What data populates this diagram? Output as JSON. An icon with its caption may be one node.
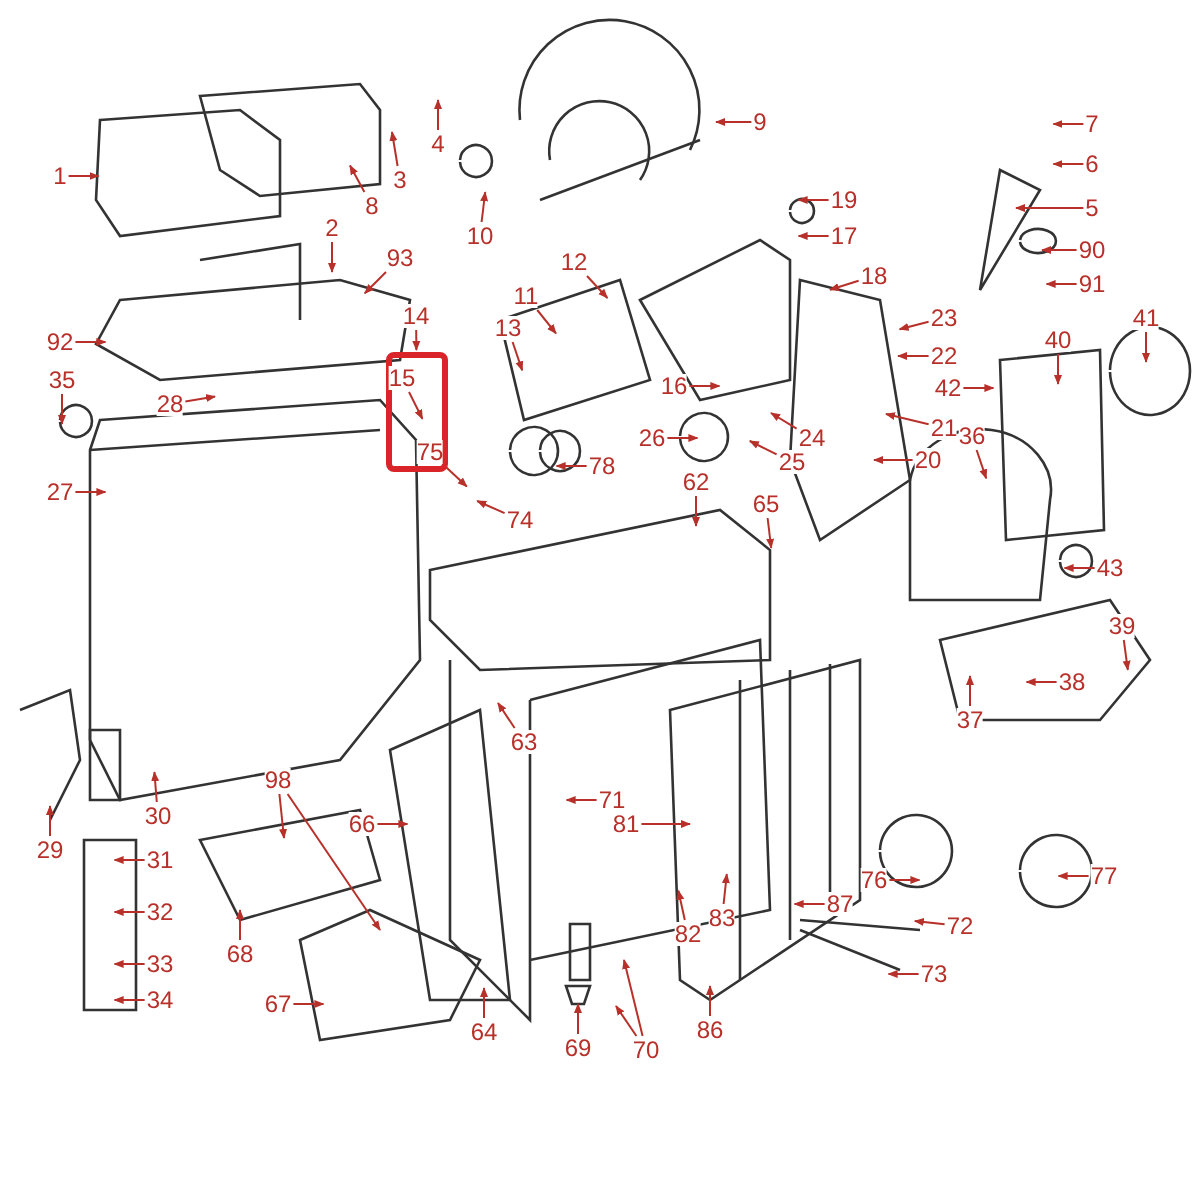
{
  "diagram": {
    "nodes": [
      {
        "text": [
          "1"
        ]
      },
      {
        "text": [
          "8"
        ]
      },
      {
        "text": [
          "3"
        ]
      },
      {
        "text": [
          "4"
        ]
      },
      {
        "text": [
          "10"
        ]
      },
      {
        "text": [
          "9"
        ]
      },
      {
        "text": [
          "7"
        ]
      },
      {
        "text": [
          "6"
        ]
      },
      {
        "text": [
          "5"
        ]
      },
      {
        "text": [
          "19"
        ]
      },
      {
        "text": [
          "17"
        ]
      },
      {
        "text": [
          "18"
        ]
      },
      {
        "text": [
          "90"
        ]
      },
      {
        "text": [
          "91"
        ]
      },
      {
        "text": [
          "2"
        ]
      },
      {
        "text": [
          "93"
        ]
      },
      {
        "text": [
          "12"
        ]
      },
      {
        "text": [
          "11"
        ]
      },
      {
        "text": [
          "23"
        ]
      },
      {
        "text": [
          "40"
        ]
      },
      {
        "text": [
          "41"
        ]
      },
      {
        "text": [
          "92"
        ]
      },
      {
        "text": [
          "14"
        ]
      },
      {
        "text": [
          "13"
        ]
      },
      {
        "text": [
          "22"
        ]
      },
      {
        "text": [
          "42"
        ]
      },
      {
        "text": [
          "35"
        ]
      },
      {
        "text": [],
        "shape": "box"
      },
      {
        "text": [
          "15"
        ],
        "in": 27
      },
      {
        "text": [
          "16"
        ]
      },
      {
        "text": [
          "28"
        ]
      },
      {
        "text": [
          "21"
        ]
      },
      {
        "text": [
          "36"
        ]
      },
      {
        "text": [
          "26"
        ]
      },
      {
        "text": [
          "24"
        ]
      },
      {
        "text": [
          "25"
        ]
      },
      {
        "text": [
          "20"
        ]
      },
      {
        "text": [
          "75"
        ],
        "in": 27
      },
      {
        "text": [
          "78"
        ]
      },
      {
        "text": [
          "27"
        ]
      },
      {
        "text": [
          "62"
        ]
      },
      {
        "text": [
          "65"
        ]
      },
      {
        "text": [
          "74"
        ]
      },
      {
        "text": [
          "43"
        ]
      },
      {
        "text": [
          "39"
        ]
      },
      {
        "text": [
          "38"
        ]
      },
      {
        "text": [
          "37"
        ]
      },
      {
        "text": [
          "63"
        ]
      },
      {
        "text": [
          "71"
        ]
      },
      {
        "text": [
          "30"
        ]
      },
      {
        "text": [
          "29"
        ]
      },
      {
        "text": [
          "98"
        ]
      },
      {
        "text": [
          "81"
        ]
      },
      {
        "text": [
          "66"
        ]
      },
      {
        "text": [
          "31"
        ]
      },
      {
        "text": [
          "76"
        ]
      },
      {
        "text": [
          "77"
        ]
      },
      {
        "text": [
          "87"
        ]
      },
      {
        "text": [
          "32"
        ]
      },
      {
        "text": [
          "82"
        ]
      },
      {
        "text": [
          "83"
        ]
      },
      {
        "text": [
          "68"
        ]
      },
      {
        "text": [
          "72"
        ]
      },
      {
        "text": [
          "33"
        ]
      },
      {
        "text": [
          "73"
        ]
      },
      {
        "text": [
          "34"
        ]
      },
      {
        "text": [
          "67"
        ]
      },
      {
        "text": [
          "64"
        ]
      },
      {
        "text": [
          "69"
        ]
      },
      {
        "text": [
          "70"
        ]
      },
      {
        "text": [
          "86"
        ]
      }
    ],
    "edges": [
      {
        "from": 0,
        "to": null,
        "arrow": "to"
      },
      {
        "from": 1,
        "to": null,
        "arrow": "to"
      },
      {
        "from": 2,
        "to": null,
        "arrow": "to"
      },
      {
        "from": 3,
        "to": null,
        "arrow": "to"
      },
      {
        "from": 4,
        "to": null,
        "arrow": "to"
      },
      {
        "from": 5,
        "to": null,
        "arrow": "to"
      },
      {
        "from": 6,
        "to": null,
        "arrow": "to"
      },
      {
        "from": 7,
        "to": null,
        "arrow": "to"
      },
      {
        "from": 8,
        "to": null,
        "arrow": "to"
      },
      {
        "from": 9,
        "to": null,
        "arrow": "to"
      },
      {
        "from": 10,
        "to": null,
        "arrow": "to"
      },
      {
        "from": 11,
        "to": null,
        "arrow": "to"
      },
      {
        "from": 12,
        "to": null,
        "arrow": "to"
      },
      {
        "from": 13,
        "to": null,
        "arrow": "to"
      },
      {
        "from": 14,
        "to": null,
        "arrow": "to"
      },
      {
        "from": 15,
        "to": null,
        "arrow": "to"
      },
      {
        "from": 16,
        "to": null,
        "arrow": "to"
      },
      {
        "from": 17,
        "to": null,
        "arrow": "to"
      },
      {
        "from": 18,
        "to": null,
        "arrow": "to"
      },
      {
        "from": 19,
        "to": null,
        "arrow": "to"
      },
      {
        "from": 20,
        "to": null,
        "arrow": "to"
      },
      {
        "from": 21,
        "to": null,
        "arrow": "to"
      },
      {
        "from": 22,
        "to": 27,
        "arrow": "to"
      },
      {
        "from": 23,
        "to": null,
        "arrow": "to"
      },
      {
        "from": 24,
        "to": null,
        "arrow": "to"
      },
      {
        "from": 25,
        "to": null,
        "arrow": "to"
      },
      {
        "from": 26,
        "to": null,
        "arrow": "to"
      },
      {
        "from": 28,
        "to": null,
        "arrow": "to"
      },
      {
        "from": 29,
        "to": null,
        "arrow": "to"
      },
      {
        "from": 30,
        "to": null,
        "arrow": "to"
      },
      {
        "from": 31,
        "to": null,
        "arrow": "to"
      },
      {
        "from": 32,
        "to": null,
        "arrow": "to"
      },
      {
        "from": 33,
        "to": null,
        "arrow": "to"
      },
      {
        "from": 34,
        "to": null,
        "arrow": "to"
      },
      {
        "from": 35,
        "to": null,
        "arrow": "to"
      },
      {
        "from": 36,
        "to": null,
        "arrow": "to"
      },
      {
        "from": 37,
        "to": null,
        "arrow": "to"
      },
      {
        "from": 38,
        "to": null,
        "arrow": "to"
      },
      {
        "from": 39,
        "to": null,
        "arrow": "to"
      },
      {
        "from": 40,
        "to": null,
        "arrow": "to"
      },
      {
        "from": 41,
        "to": null,
        "arrow": "to"
      },
      {
        "from": 42,
        "to": null,
        "arrow": "to"
      },
      {
        "from": 43,
        "to": null,
        "arrow": "to"
      },
      {
        "from": 44,
        "to": null,
        "arrow": "to"
      },
      {
        "from": 45,
        "to": null,
        "arrow": "to"
      },
      {
        "from": 46,
        "to": null,
        "arrow": "to"
      },
      {
        "from": 47,
        "to": null,
        "arrow": "to"
      },
      {
        "from": 48,
        "to": null,
        "arrow": "to"
      },
      {
        "from": 49,
        "to": null,
        "arrow": "to"
      },
      {
        "from": 50,
        "to": null,
        "arrow": "to"
      },
      {
        "from": 51,
        "to": null,
        "arrow": "to"
      },
      {
        "from": 51,
        "to": null,
        "arrow": "to"
      },
      {
        "from": 52,
        "to": null,
        "arrow": "to"
      },
      {
        "from": 53,
        "to": null,
        "arrow": "to"
      },
      {
        "from": 54,
        "to": null,
        "arrow": "to"
      },
      {
        "from": 55,
        "to": null,
        "arrow": "to"
      },
      {
        "from": 56,
        "to": null,
        "arrow": "to"
      },
      {
        "from": 57,
        "to": null,
        "arrow": "to"
      },
      {
        "from": 58,
        "to": null,
        "arrow": "to"
      },
      {
        "from": 59,
        "to": null,
        "arrow": "to"
      },
      {
        "from": 60,
        "to": null,
        "arrow": "to"
      },
      {
        "from": 61,
        "to": null,
        "arrow": "to"
      },
      {
        "from": 62,
        "to": null,
        "arrow": "to"
      },
      {
        "from": 63,
        "to": null,
        "arrow": "to"
      },
      {
        "from": 64,
        "to": null,
        "arrow": "to"
      },
      {
        "from": 65,
        "to": null,
        "arrow": "to"
      },
      {
        "from": 66,
        "to": null,
        "arrow": "to"
      },
      {
        "from": 67,
        "to": null,
        "arrow": "to"
      },
      {
        "from": 68,
        "to": null,
        "arrow": "to"
      },
      {
        "from": 69,
        "to": null,
        "arrow": "to"
      },
      {
        "from": 69,
        "to": null,
        "arrow": "to"
      },
      {
        "from": 70,
        "to": null,
        "arrow": "to"
      }
    ]
  }
}
